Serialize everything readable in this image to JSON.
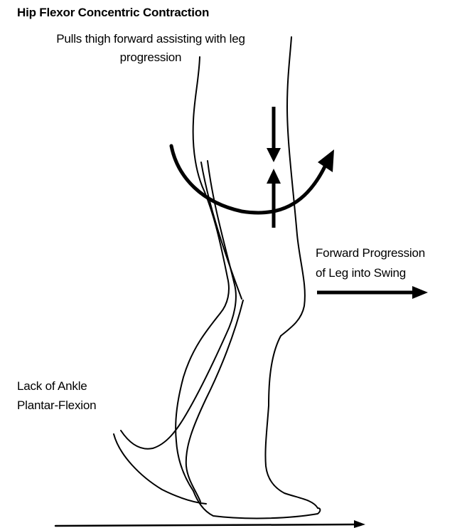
{
  "diagram": {
    "title": "Hip Flexor Concentric Contraction",
    "subtitle_line1": "Pulls thigh forward assisting with leg",
    "subtitle_line2": "progression",
    "forward_label_line1": "Forward Progression",
    "forward_label_line2": "of Leg into Swing",
    "ankle_label_line1": "Lack of Ankle",
    "ankle_label_line2": "Plantar-Flexion"
  },
  "icons": {
    "rotation_arrow": "curved-arrow-icon",
    "contraction_arrows": "opposing-arrows-icon",
    "forward_arrow": "arrow-right-icon",
    "ground_arrow": "arrow-right-icon"
  },
  "colors": {
    "ink": "#000000",
    "background": "#ffffff"
  }
}
